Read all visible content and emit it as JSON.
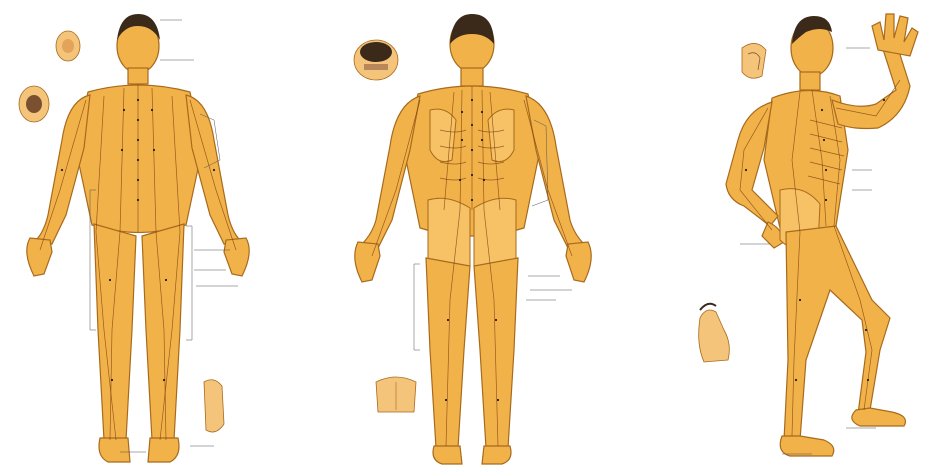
{
  "figures": [
    {
      "view": "front"
    },
    {
      "view": "back"
    },
    {
      "view": "side"
    }
  ],
  "colors": {
    "skin": "#f2b24a",
    "outline": "#a86a1c",
    "meridian": "#7a3e0e",
    "point": "#222222",
    "background": "#ffffff"
  }
}
